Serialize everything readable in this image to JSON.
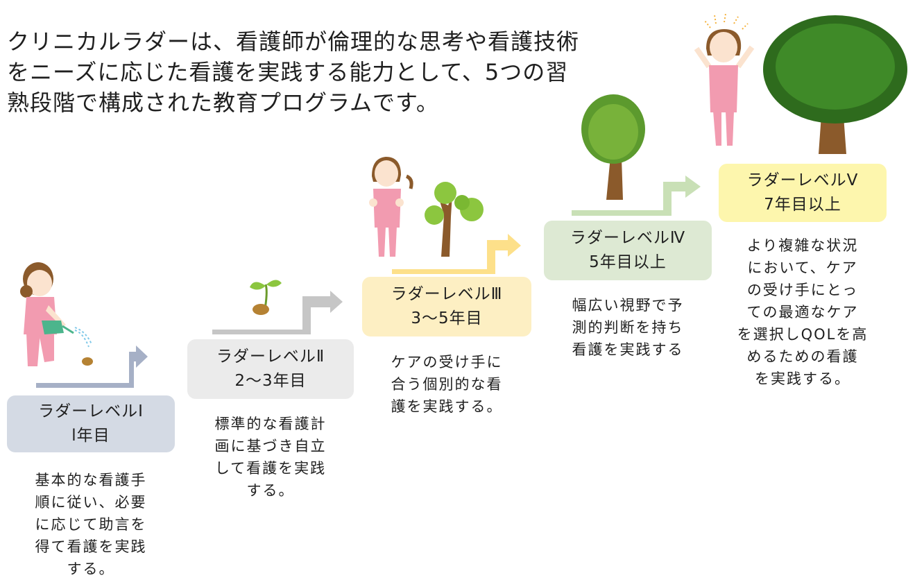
{
  "intro_text": "クリニカルラダーは、看護師が倫理的な思考や看護技術をニーズに応じた看護を実践する能力として、5つの習熟段階で構成された教育プログラムです。",
  "colors": {
    "level1": "#d4dae4",
    "level2": "#ebebeb",
    "level3": "#fdefc3",
    "level4": "#dde9d3",
    "level5": "#fdf6ad",
    "arrow1": "#a6b0c6",
    "arrow2": "#c6c6c6",
    "arrow3": "#fde08a",
    "arrow4": "#c9e0b6",
    "tree": "#5c9a2e",
    "trunk": "#8b5a2b",
    "uniform": "#f29bb0"
  },
  "levels": [
    {
      "title": "ラダーレベルⅠ",
      "years": "l年目",
      "description_lines": [
        "基本的な看護手",
        "順に従い、必要",
        "に応じて助言を",
        "得て看護を実践",
        "する。"
      ],
      "illustration": "nurse-watering-seed"
    },
    {
      "title": "ラダーレベルⅡ",
      "years": "2～3年目",
      "description_lines": [
        "標準的な看護計",
        "画に基づき自立",
        "して看護を実践",
        "する。"
      ],
      "illustration": "sprout"
    },
    {
      "title": "ラダーレベルⅢ",
      "years": "3～5年目",
      "description_lines": [
        "ケアの受け手に",
        "合う個別的な看",
        "護を実践する。"
      ],
      "illustration": "nurse-and-young-tree"
    },
    {
      "title": "ラダーレベルⅣ",
      "years": "5年目以上",
      "description_lines": [
        "幅広い視野で予",
        "測的判断を持ち",
        "看護を実践する"
      ],
      "illustration": "tree"
    },
    {
      "title": "ラダーレベルⅤ",
      "years": "7年目以上",
      "description_lines": [
        "より複雑な状況",
        "において、ケア",
        "の受け手にとっ",
        "ての最適なケア",
        "を選択しQOLを高",
        "めるための看護",
        "を実践する。"
      ],
      "illustration": "nurse-cheering-big-tree"
    }
  ]
}
